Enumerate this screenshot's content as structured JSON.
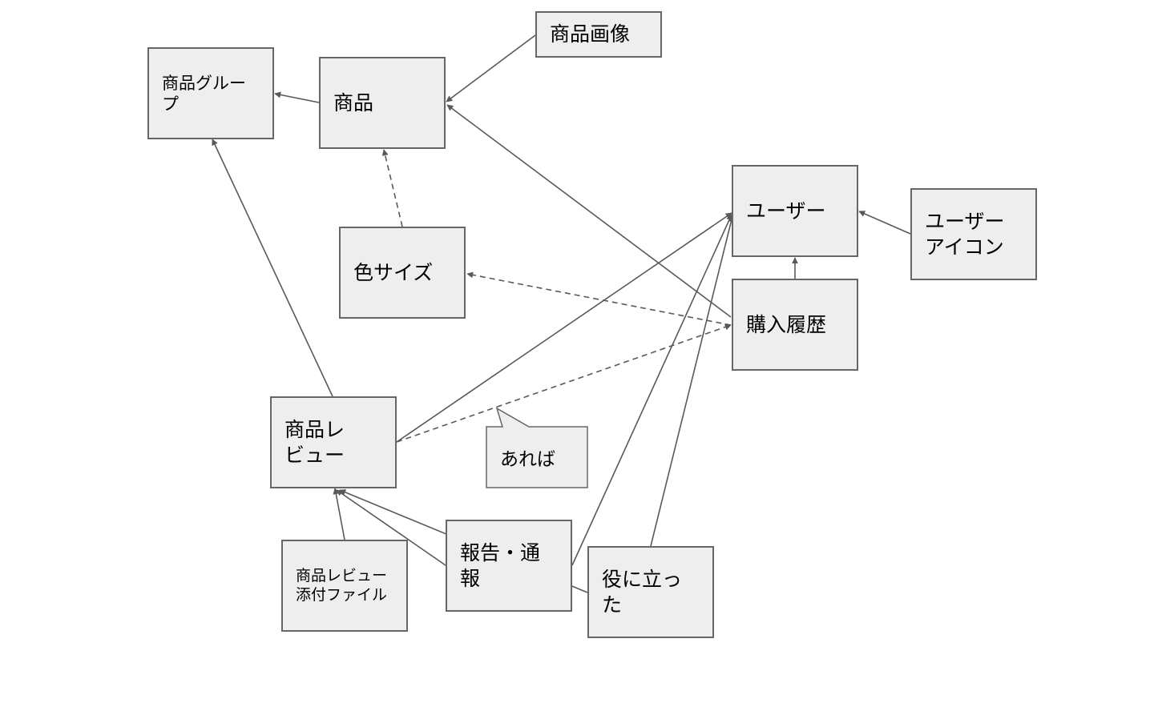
{
  "diagram": {
    "type": "entity-relationship",
    "nodes": [
      {
        "id": "product_group",
        "label": "商品グループ"
      },
      {
        "id": "product",
        "label": "商品"
      },
      {
        "id": "product_image",
        "label": "商品画像"
      },
      {
        "id": "color_size",
        "label": "色サイズ"
      },
      {
        "id": "user",
        "label": "ユーザー"
      },
      {
        "id": "user_icon",
        "label": "ユーザー\nアイコン"
      },
      {
        "id": "purchase_history",
        "label": "購入履歴"
      },
      {
        "id": "product_review",
        "label": "商品レ\nビュー"
      },
      {
        "id": "review_attachment",
        "label": "商品レビュー\n添付ファイル"
      },
      {
        "id": "report",
        "label": "報告・通\n報"
      },
      {
        "id": "helpful",
        "label": "役に立っ\nた"
      }
    ],
    "edges": [
      {
        "from": "product",
        "to": "product_group",
        "style": "solid"
      },
      {
        "from": "product_image",
        "to": "product",
        "style": "solid"
      },
      {
        "from": "purchase_history",
        "to": "product",
        "style": "solid"
      },
      {
        "from": "color_size",
        "to": "product",
        "style": "dashed"
      },
      {
        "from": "purchase_history",
        "to": "color_size",
        "style": "dashed"
      },
      {
        "from": "user_icon",
        "to": "user",
        "style": "solid"
      },
      {
        "from": "purchase_history",
        "to": "user",
        "style": "solid"
      },
      {
        "from": "product_review",
        "to": "product_group",
        "style": "solid"
      },
      {
        "from": "product_review",
        "to": "user",
        "style": "solid"
      },
      {
        "from": "product_review",
        "to": "purchase_history",
        "style": "dashed"
      },
      {
        "from": "review_attachment",
        "to": "product_review",
        "style": "solid"
      },
      {
        "from": "report",
        "to": "product_review",
        "style": "solid"
      },
      {
        "from": "report",
        "to": "user",
        "style": "solid"
      },
      {
        "from": "helpful",
        "to": "product_review",
        "style": "solid"
      },
      {
        "from": "helpful",
        "to": "user",
        "style": "solid"
      }
    ],
    "callout": {
      "label": "あれば",
      "attached_to_edge": "product_review→purchase_history"
    },
    "colors": {
      "node_fill": "#eeeeee",
      "node_border": "#666666",
      "edge": "#595959"
    }
  }
}
